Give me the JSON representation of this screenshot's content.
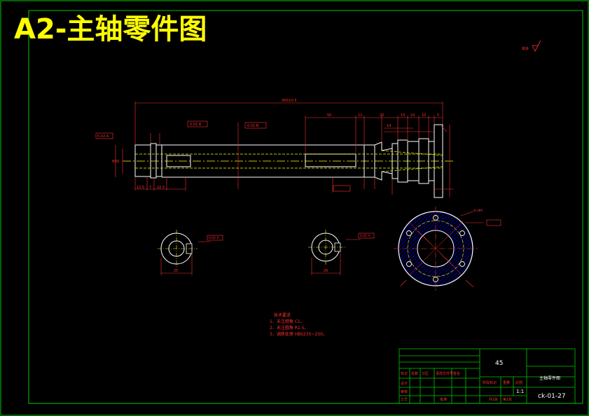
{
  "title": "A2-主轴零件图",
  "roughness_mark": "其余",
  "dims": {
    "overall": "300±0.5",
    "left_diam": "Φ30",
    "tol1": "0.02 A",
    "tol2": "0.02 A",
    "tol3": "0.01 B",
    "seg_50": "50",
    "seg_12": "12",
    "seg_20": "20",
    "seg_15": "15",
    "seg_10": "10",
    "seg_10b": "10",
    "seg_5": "5",
    "seg_14": "14",
    "seg_bottom_1": "12.5",
    "seg_bottom_2": "7",
    "seg_bottom_3": "22.5"
  },
  "sections": {
    "left_tol": "0.02 A",
    "mid_tol": "0.02 A",
    "left_width": "25",
    "mid_width": "20",
    "flange_label": "4×Φ9"
  },
  "notes": {
    "heading": "技术要求",
    "items": [
      "1、未注倒角 C1。",
      "2、未注圆角 R1.5。",
      "3、调质处理 HBS235~250。"
    ]
  },
  "title_block": {
    "material": "45",
    "part_name": "主轴零件图",
    "drawing_no": "ck-01-27",
    "scale": "1:1",
    "row_labels": [
      "标记",
      "设计",
      "审核",
      "工艺"
    ],
    "header_cells": [
      "处数",
      "分区",
      "更改文件号",
      "签名"
    ],
    "stage_label": "阶段标记",
    "weight_label": "重量",
    "scale_label": "比例",
    "sheet_total": "共1张",
    "sheet_no": "第1张",
    "approve": "批准"
  },
  "colors": {
    "border": "#00c800",
    "part": "#ffffff",
    "dimension": "#ff3030",
    "centerline": "#ffff00",
    "hatch": "#0000ff",
    "title": "#ffff00"
  }
}
